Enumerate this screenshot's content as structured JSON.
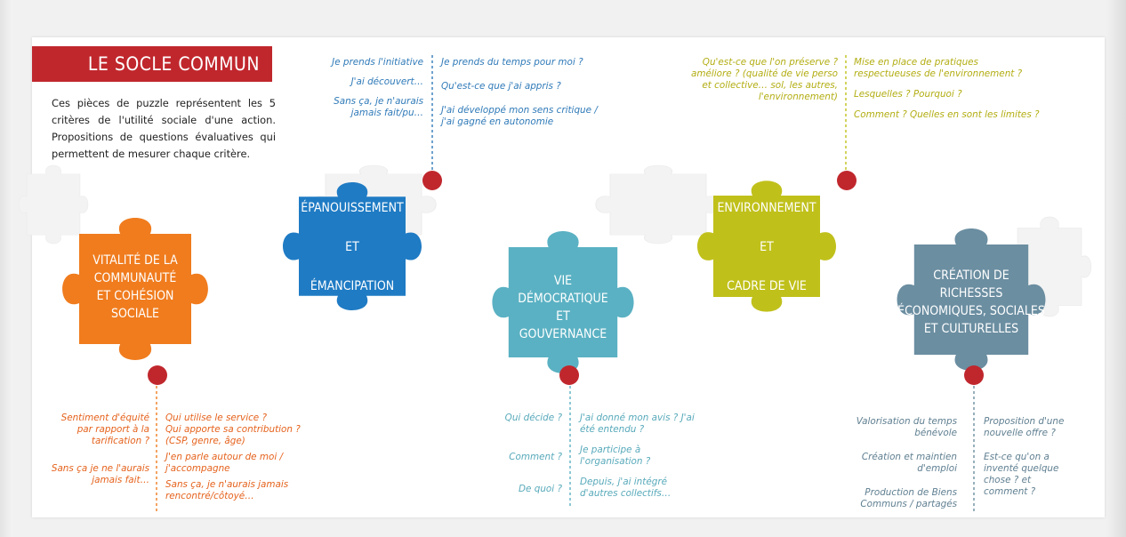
{
  "title": "LE SOCLE COMMUN",
  "intro": "Ces pièces de puzzle représentent les 5 critères de l'utilité sociale d'une action. Propositions de questions évaluatives qui permettent de mesurer chaque critère.",
  "colors": {
    "title_red": "#c0272d",
    "orange": "#f07c1e",
    "blue": "#1f7bc4",
    "teal": "#5ab1c3",
    "olive": "#c0c01b",
    "slate": "#6b8ea1",
    "dot_red": "#c0272d",
    "ghost_puzzle": "#eeeeee"
  },
  "pieces": [
    {
      "id": "vitalite",
      "lines": [
        "VITALITÉ DE LA",
        "COMMUNAUTÉ",
        "ET COHÉSION",
        "SOCIALE"
      ]
    },
    {
      "id": "epanouissement",
      "lines": [
        "ÉPANOUISSEMENT",
        "ET",
        "ÉMANCIPATION"
      ]
    },
    {
      "id": "vie-democratique",
      "lines": [
        "VIE",
        "DÉMOCRATIQUE",
        "ET",
        "GOUVERNANCE"
      ]
    },
    {
      "id": "environnement",
      "lines": [
        "ENVIRONNEMENT",
        "ET",
        "CADRE DE VIE"
      ]
    },
    {
      "id": "creation",
      "lines": [
        "CRÉATION DE",
        "RICHESSES",
        "ÉCONOMIQUES, SOCIALES",
        "ET CULTURELLES"
      ]
    }
  ],
  "questions": {
    "vitalite_left": [
      "Sentiment d'équité par rapport à la tarification ?",
      "Sans ça je ne l'aurais jamais fait…"
    ],
    "vitalite_right": [
      "Qui utilise le service ?",
      "Qui apporte sa contribution ? (CSP, genre, âge)",
      "J'en parle autour de moi / j'accompagne",
      "Sans ça, je n'aurais jamais rencontré/côtoyé…"
    ],
    "epanouissement_left": [
      "Je prends l'initiative",
      "J'ai découvert…",
      "Sans ça, je n'aurais jamais fait/pu…"
    ],
    "epanouissement_right": [
      "Je prends du temps pour moi ?",
      "Qu'est-ce que j'ai appris ?",
      "J'ai développé mon sens critique / j'ai gagné en autonomie"
    ],
    "vie_left": [
      "Qui décide ?",
      "Comment ?",
      "De quoi ?"
    ],
    "vie_right": [
      "J'ai donné mon avis ? J'ai été entendu ?",
      "Je participe à l'organisation ?",
      "Depuis, j'ai intégré d'autres collectifs…"
    ],
    "environnement_left": [
      "Qu'est-ce que l'on préserve ? améliore ? (qualité de vie perso et collective… sol, les autres, l'environnement)"
    ],
    "environnement_right": [
      "Mise en place de pratiques respectueuses de l'environnement ?",
      "Lesquelles ? Pourquoi ?",
      "Comment ? Quelles en sont les limites ?"
    ],
    "creation_left": [
      "Valorisation du temps bénévole",
      "Création et maintien d'emploi",
      "Production de Biens Communs / partagés"
    ],
    "creation_right": [
      "Proposition d'une nouvelle offre ?",
      "Est-ce qu'on a inventé quelque chose ? et comment ?"
    ]
  }
}
